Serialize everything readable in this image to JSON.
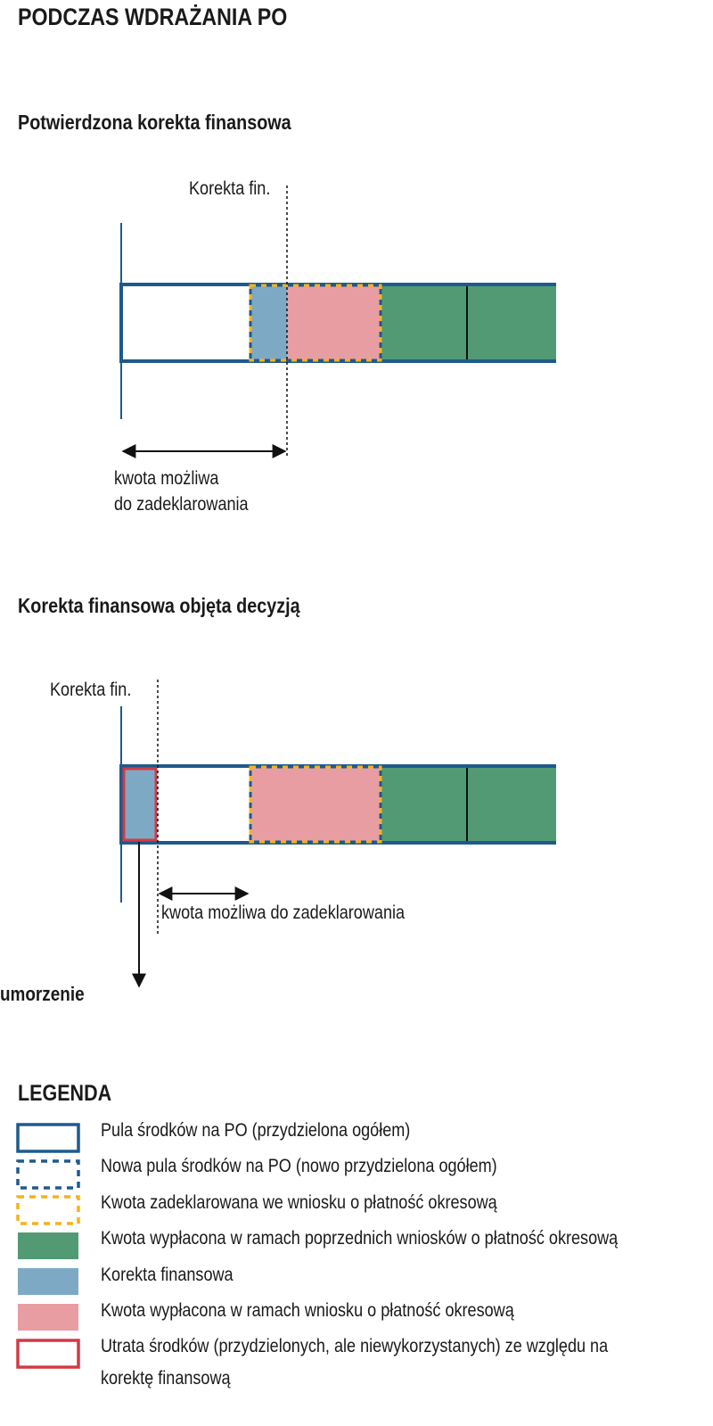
{
  "page": {
    "title": "PODCZAS WDRAŻANIA PO"
  },
  "section1": {
    "heading": "Potwierdzona korekta finansowa",
    "marker_label": "Korekta fin.",
    "arrow_label_line1": "kwota możliwa",
    "arrow_label_line2": "do zadeklarowania"
  },
  "section2": {
    "heading": "Korekta finansowa objęta decyzją",
    "marker_label": "Korekta fin.",
    "arrow_label": "kwota możliwa do zadeklarowania",
    "down_label": "umorzenie"
  },
  "legend": {
    "title": "LEGENDA",
    "items": [
      {
        "label": "Pula środków na PO (przydzielona ogółem)"
      },
      {
        "label": "Nowa pula środków na PO (nowo przydzielona ogółem)"
      },
      {
        "label": "Kwota zadeklarowana we wniosku o płatność okresową"
      },
      {
        "label": "Kwota wypłacona w ramach poprzednich wniosków o płatność okresową"
      },
      {
        "label": "Korekta finansowa"
      },
      {
        "label": "Kwota wypłacona w ramach wniosku o płatność okresową"
      },
      {
        "label_line1": "Utrata środków (przydzielonych, ale niewykorzystanych) ze względu na",
        "label_line2": "korektę finansową"
      }
    ]
  },
  "colors": {
    "navy": "#1f5a8c",
    "green": "#529a74",
    "blue": "#7ea9c4",
    "pink": "#e89da3",
    "orange": "#f6b21c",
    "red": "#d23a45"
  }
}
